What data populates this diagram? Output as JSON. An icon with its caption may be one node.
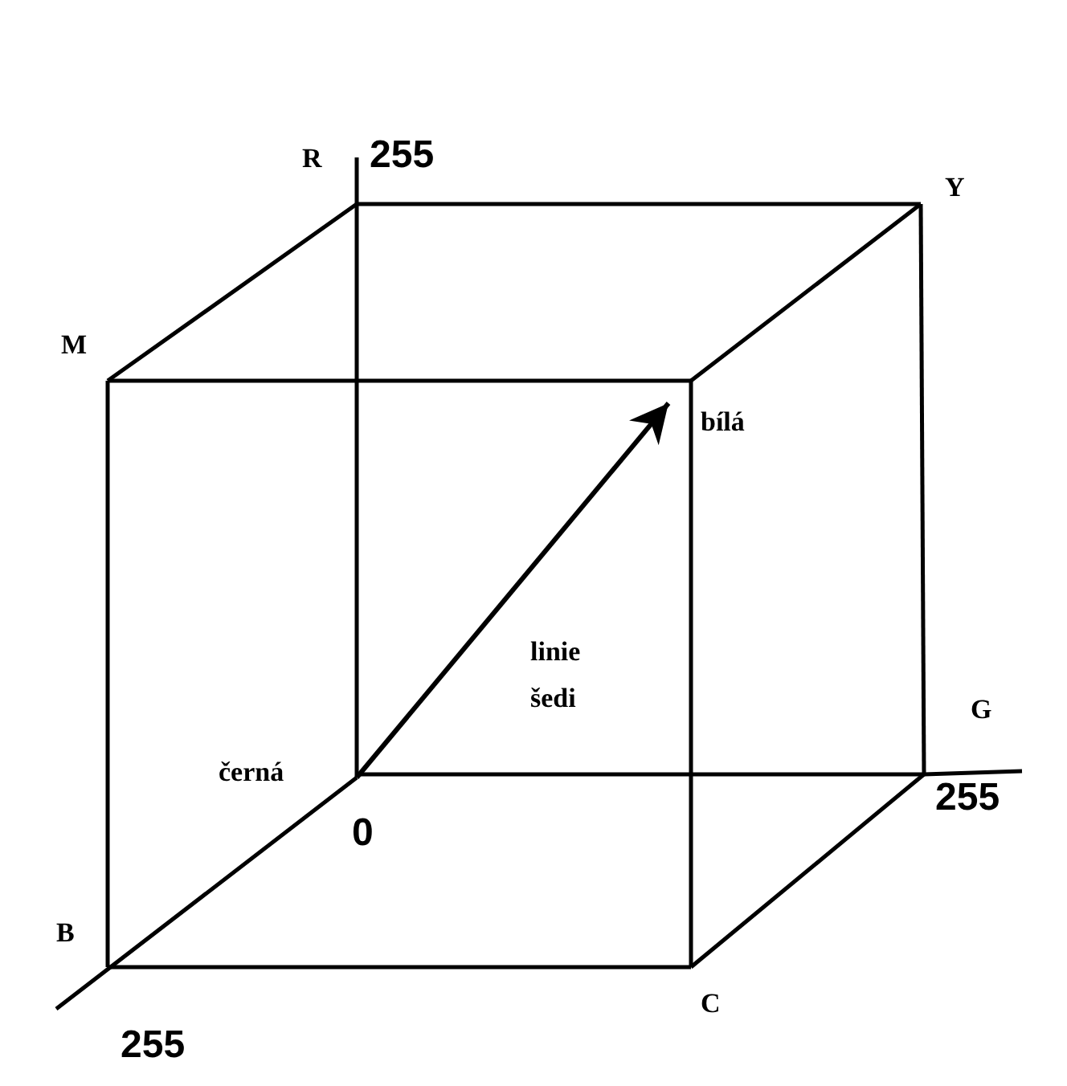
{
  "diagram": {
    "nodes": [
      {
        "text": [
          "bílá"
        ]
      },
      {
        "text": [
          "černá"
        ]
      }
    ],
    "edges": [
      {
        "from": 1,
        "to": 0,
        "arrow": "to",
        "label": "linie šedi"
      }
    ],
    "labels": [
      "R",
      "255",
      "Y",
      "M",
      "G",
      "0",
      "255",
      "B",
      "255",
      "C"
    ]
  }
}
